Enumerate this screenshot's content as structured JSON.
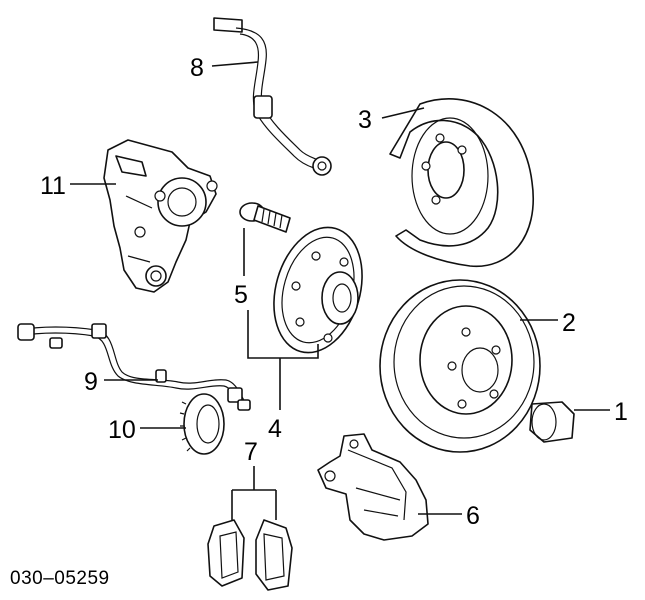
{
  "diagram": {
    "callouts": {
      "c1": "1",
      "c2": "2",
      "c3": "3",
      "c4": "4",
      "c5": "5",
      "c6": "6",
      "c7": "7",
      "c8": "8",
      "c9": "9",
      "c10": "10",
      "c11": "11"
    },
    "reference_code": "030–05259"
  }
}
